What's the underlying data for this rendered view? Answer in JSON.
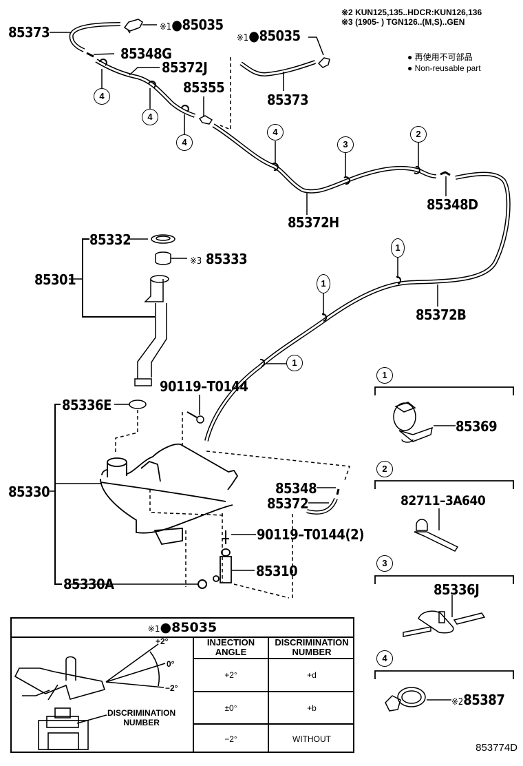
{
  "notes": {
    "note2": "※2 KUN125,135..HDCR:KUN126,136",
    "note3": "※3 (1905-        ) TGN126..(M,S)..GEN"
  },
  "legend": {
    "jp": "● 再使用不可部品",
    "en": "● Non-reusable part"
  },
  "parts": {
    "p85373_left": "85373",
    "p85035_top_marker": "※1",
    "p85035_top_num": "●85035",
    "p85035_right_marker": "※1",
    "p85035_right_num": "●85035",
    "p85348G": "85348G",
    "p85372J": "85372J",
    "p85355": "85355",
    "p85373_right": "85373",
    "p85372H": "85372H",
    "p85348D": "85348D",
    "p85332": "85332",
    "p85333_marker": "※3",
    "p85333": "85333",
    "p85301": "85301",
    "p85372B": "85372B",
    "p90119_T0144": "90119–T0144",
    "p85336E": "85336E",
    "p85330": "85330",
    "p85348": "85348",
    "p85372": "85372",
    "p90119_T0144_2": "90119–T0144(2)",
    "p85310": "85310",
    "p85330A": "85330A"
  },
  "callouts": {
    "c4a": "4",
    "c4b": "4",
    "c4c": "4",
    "c4d": "4",
    "c3": "3",
    "c2": "2",
    "c1a": "1",
    "c1b": "1",
    "c1c": "1"
  },
  "clips": [
    {
      "num": "1",
      "part": "85369",
      "marker": ""
    },
    {
      "num": "2",
      "part": "82711–3A640",
      "marker": ""
    },
    {
      "num": "3",
      "part": "85336J",
      "marker": ""
    },
    {
      "num": "4",
      "part": "85387",
      "marker": "※2"
    }
  ],
  "table": {
    "title_marker": "※1",
    "title": "●85035",
    "angles_fig": {
      "plus": "+2°",
      "zero": "0°",
      "minus": "−2°"
    },
    "disc_label": "DISCRIMINATION\nNUMBER",
    "headers": [
      "INJECTION\nANGLE",
      "DISCRIMINATION\nNUMBER"
    ],
    "rows": [
      {
        "angle": "+2°",
        "disc": "+d"
      },
      {
        "angle": "±0°",
        "disc": "+b"
      },
      {
        "angle": "−2°",
        "disc": "WITHOUT"
      }
    ]
  },
  "drawing_code": "853774D"
}
